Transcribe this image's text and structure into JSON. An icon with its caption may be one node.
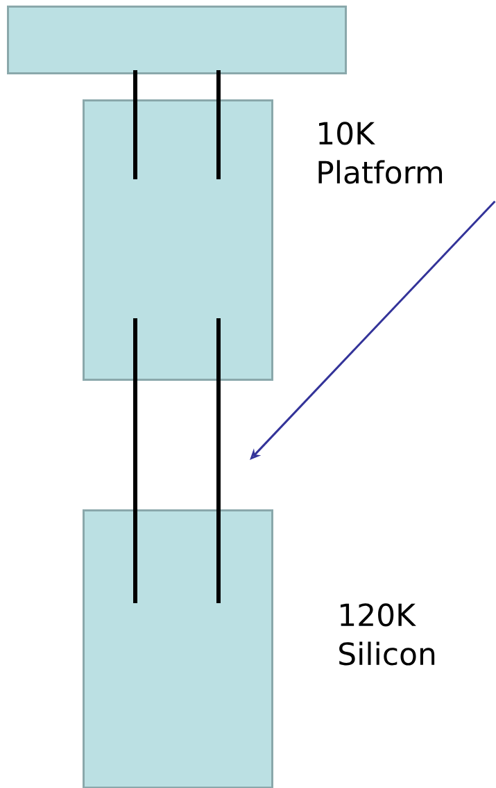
{
  "diagram": {
    "nodes": [
      {
        "text": [],
        "shape": "box"
      },
      {
        "text": [],
        "shape": "box"
      },
      {
        "text": [],
        "shape": "box",
        "beside": [
          "120K Silicon"
        ]
      },
      {
        "text": [
          "10K Platform"
        ]
      }
    ],
    "edges": [
      {
        "from": 0,
        "to": 1,
        "arrow": "none"
      },
      {
        "from": 0,
        "to": 1,
        "arrow": "none"
      },
      {
        "from": 1,
        "to": 2,
        "arrow": "none"
      },
      {
        "from": 1,
        "to": 2,
        "arrow": "none"
      },
      {
        "from": 3,
        "to": null,
        "arrow": "to",
        "color": "#333399"
      }
    ]
  }
}
